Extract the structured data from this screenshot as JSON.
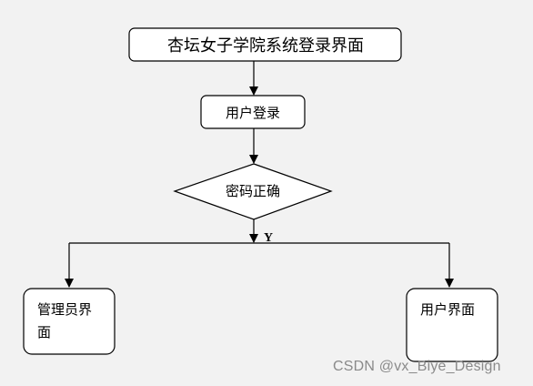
{
  "nodes": {
    "title": "杏坛女子学院系统登录界面",
    "user_login": "用户登录",
    "password_check": "密码正确",
    "admin_interface_line1": "管理员界",
    "admin_interface_line2": "面",
    "user_interface": "用户界面"
  },
  "edge_labels": {
    "yes": "Y"
  },
  "watermark": "CSDN @vx_Biye_Design"
}
